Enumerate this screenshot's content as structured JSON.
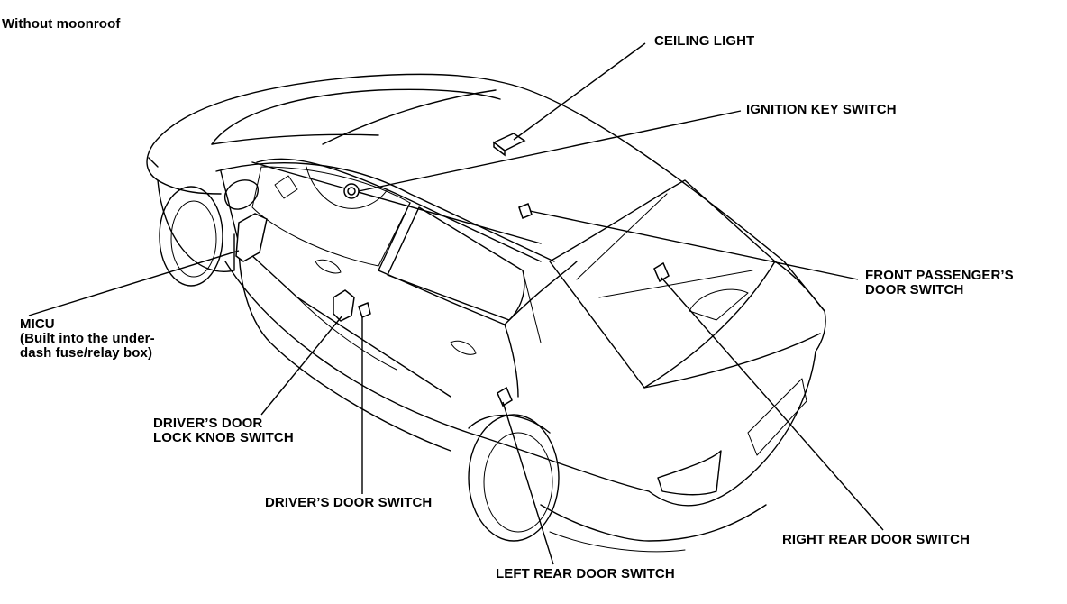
{
  "caption": "Without moonroof",
  "labels": {
    "ceiling_light": "CEILING LIGHT",
    "ignition_key_switch": "IGNITION KEY SWITCH",
    "front_passenger_line1": "FRONT PASSENGER’S",
    "front_passenger_line2": "DOOR SWITCH",
    "micu_line1": "MICU",
    "micu_line2": "(Built into the under-",
    "micu_line3": "dash fuse/relay box)",
    "lock_knob_line1": "DRIVER’S DOOR",
    "lock_knob_line2": "LOCK KNOB SWITCH",
    "drivers_door_switch": "DRIVER’S DOOR SWITCH",
    "right_rear_door_switch": "RIGHT REAR DOOR SWITCH",
    "left_rear_door_switch": "LEFT REAR DOOR SWITCH"
  }
}
